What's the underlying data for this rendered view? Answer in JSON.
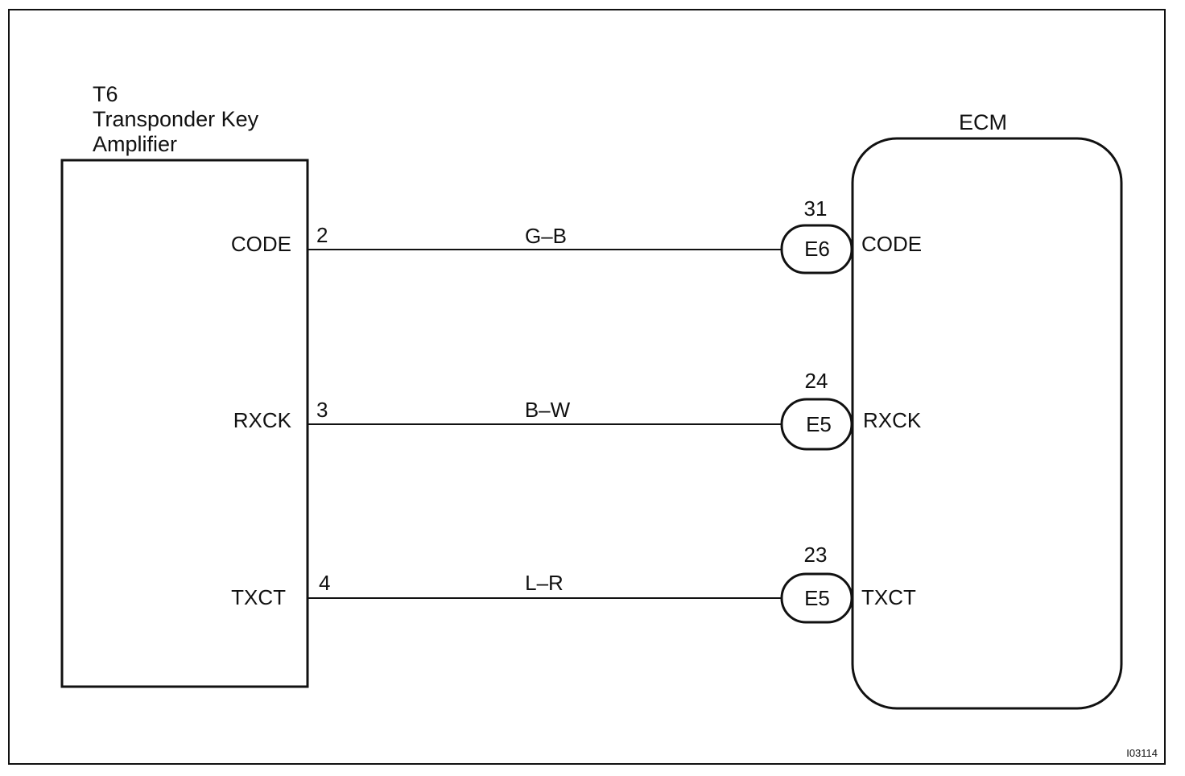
{
  "amplifier": {
    "code": "T6",
    "name_line1": "Transponder Key",
    "name_line2": "Amplifier"
  },
  "ecm": {
    "label": "ECM"
  },
  "circuits": [
    {
      "signal": "CODE",
      "amp_pin": "2",
      "wire_color": "G–B",
      "ecm_pin": "31",
      "connector": "E6"
    },
    {
      "signal": "RXCK",
      "amp_pin": "3",
      "wire_color": "B–W",
      "ecm_pin": "24",
      "connector": "E5"
    },
    {
      "signal": "TXCT",
      "amp_pin": "4",
      "wire_color": "L–R",
      "ecm_pin": "23",
      "connector": "E5"
    }
  ],
  "figure_id": "I03114"
}
